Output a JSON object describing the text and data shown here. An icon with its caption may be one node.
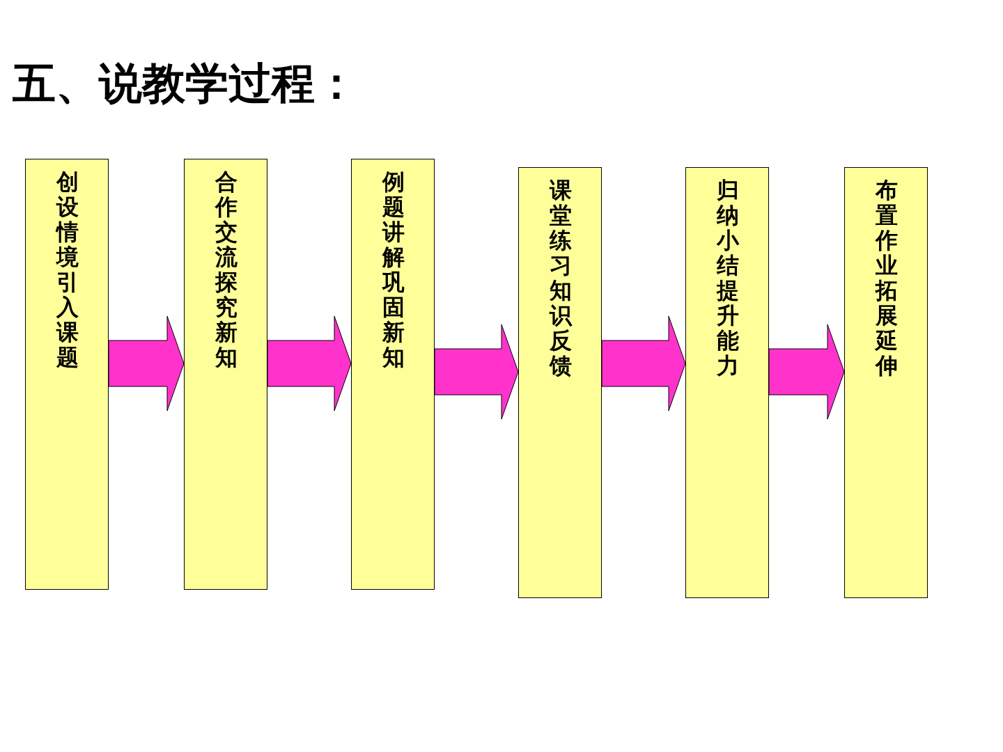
{
  "diagram": {
    "title": "五、说教学过程：",
    "nodes": [
      {
        "text": [
          "创设情境引入课题"
        ]
      },
      {
        "text": [
          "合作交流探究新知"
        ]
      },
      {
        "text": [
          "例题讲解巩固新知"
        ]
      },
      {
        "text": [
          "课堂练习知识反馈"
        ]
      },
      {
        "text": [
          "归纳小结提升能力"
        ]
      },
      {
        "text": [
          "布置作业拓展延伸"
        ]
      }
    ],
    "edges": [
      {
        "from": 0,
        "to": 1,
        "arrow": "to"
      },
      {
        "from": 1,
        "to": 2,
        "arrow": "to"
      },
      {
        "from": 2,
        "to": 3,
        "arrow": "to"
      },
      {
        "from": 3,
        "to": 4,
        "arrow": "to"
      },
      {
        "from": 4,
        "to": 5,
        "arrow": "to"
      }
    ]
  }
}
